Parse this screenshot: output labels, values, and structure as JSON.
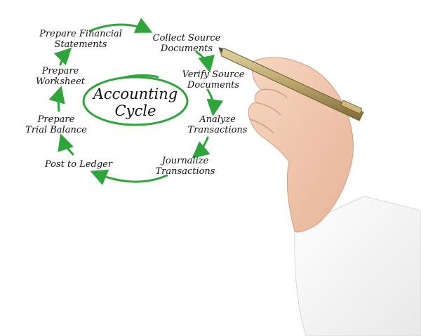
{
  "diagram": {
    "title": [
      "Accounting",
      "Cycle"
    ],
    "steps": [
      {
        "line1": "Collect  Source",
        "line2": "Documents"
      },
      {
        "line1": "Verify Source",
        "line2": "Documents"
      },
      {
        "line1": "Analyze",
        "line2": "Transactions"
      },
      {
        "line1": "Journalize",
        "line2": "Transactions"
      },
      {
        "line1": "Post to Ledger",
        "line2": ""
      },
      {
        "line1": "Prepare",
        "line2": "Trial Balance"
      },
      {
        "line1": "Prepare",
        "line2": "Worksheet"
      },
      {
        "line1": "Prepare Financial",
        "line2": "Statements"
      }
    ]
  },
  "colors": {
    "arrow_green": "#2ea53a",
    "ink": "#111111",
    "pen_gold": "#b9a46a",
    "skin": "#f2c8ad",
    "sleeve": "#f7f7f7"
  }
}
